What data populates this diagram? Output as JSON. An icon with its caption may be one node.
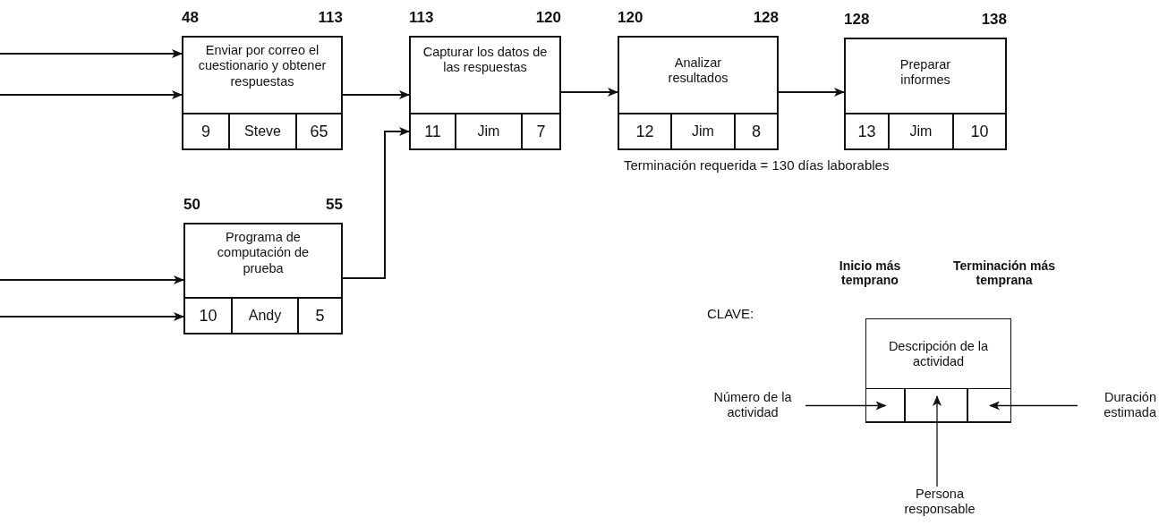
{
  "diagram": {
    "nodes": [
      {
        "text": [
          "Enviar por correo el cuestionario y obtener respuestas",
          "9",
          "Steve",
          "65"
        ],
        "beside": [
          "48",
          "113"
        ]
      },
      {
        "text": [
          "Capturar los datos de las respuestas",
          "11",
          "Jim",
          "7"
        ],
        "beside": [
          "113",
          "120"
        ]
      },
      {
        "text": [
          "Analizar resultados",
          "12",
          "Jim",
          "8"
        ],
        "beside": [
          "120",
          "128"
        ]
      },
      {
        "text": [
          "Preparar informes",
          "13",
          "Jim",
          "10"
        ],
        "beside": [
          "128",
          "138"
        ]
      },
      {
        "text": [
          "Programa de computación de prueba",
          "10",
          "Andy",
          "5"
        ],
        "beside": [
          "50",
          "55"
        ]
      },
      {
        "text": [
          "Descripción de la actividad"
        ],
        "beside": [
          "Inicio más temprano",
          "Terminación más temprana"
        ]
      },
      {
        "text": [],
        "shape": "box",
        "in": 5
      },
      {
        "text": [],
        "shape": "box",
        "in": 5
      },
      {
        "text": [],
        "shape": "box",
        "in": 5
      },
      {
        "text": [
          "Número de la actividad"
        ]
      },
      {
        "text": [
          "Persona responsable"
        ]
      },
      {
        "text": [
          "Duración estimada"
        ]
      }
    ],
    "edges": [
      {
        "from": null,
        "to": 0,
        "arrow": "to"
      },
      {
        "from": null,
        "to": 0,
        "arrow": "to"
      },
      {
        "from": null,
        "to": 4,
        "arrow": "to"
      },
      {
        "from": null,
        "to": 4,
        "arrow": "to"
      },
      {
        "from": 0,
        "to": 1,
        "arrow": "to"
      },
      {
        "from": 4,
        "to": 1,
        "arrow": "to"
      },
      {
        "from": 1,
        "to": 2,
        "arrow": "to"
      },
      {
        "from": 2,
        "to": 3,
        "arrow": "to"
      },
      {
        "from": 9,
        "to": 6,
        "arrow": "to"
      },
      {
        "from": 10,
        "to": 7,
        "arrow": "to"
      },
      {
        "from": 11,
        "to": 8,
        "arrow": "to"
      }
    ],
    "labels": [
      "Terminación requerida = 130 días laborables",
      "CLAVE:"
    ]
  }
}
